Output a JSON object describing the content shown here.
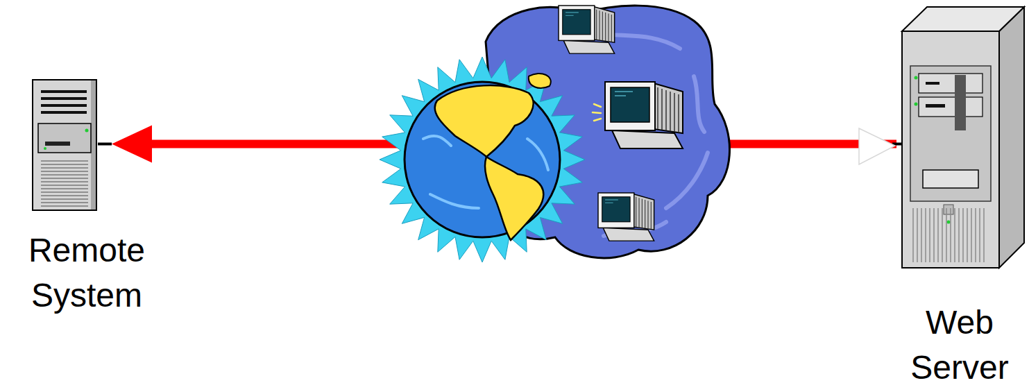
{
  "diagram": {
    "nodes": [
      {
        "text": [
          "Remote System"
        ]
      },
      {
        "text": [
          "Web Server"
        ]
      }
    ],
    "edges": [
      {
        "from": 1,
        "to": 0,
        "arrow": "to"
      }
    ]
  }
}
